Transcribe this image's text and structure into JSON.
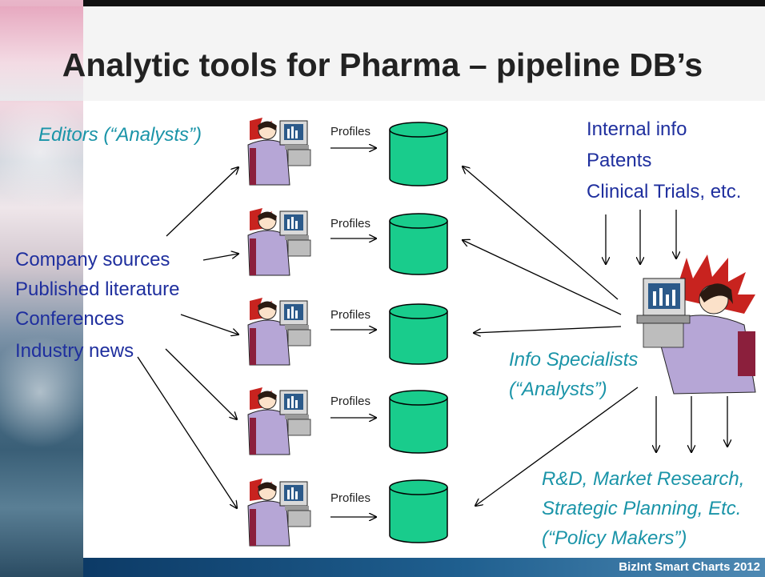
{
  "title": "Analytic tools for Pharma – pipeline DB’s",
  "editors_label": "Editors (“Analysts”)",
  "sources": [
    "Company sources",
    "Published literature",
    "Conferences",
    "Industry news"
  ],
  "profiles_label": "Profiles",
  "internal_info": [
    "Internal info",
    "Patents",
    "Clinical Trials, etc."
  ],
  "info_specialists": [
    "Info Specialists",
    "(“Analysts”)"
  ],
  "policy_makers": [
    "R&D, Market Research,",
    "Strategic Planning, Etc.",
    "(“Policy Makers”)"
  ],
  "footer": "BizInt Smart Charts 2012",
  "colors": {
    "cylinder": "#19cc8c",
    "source_text": "#1f2f9e",
    "role_text": "#1a94a8"
  },
  "icons": [
    "editor-figure-icon",
    "database-icon",
    "specialist-figure-icon"
  ]
}
